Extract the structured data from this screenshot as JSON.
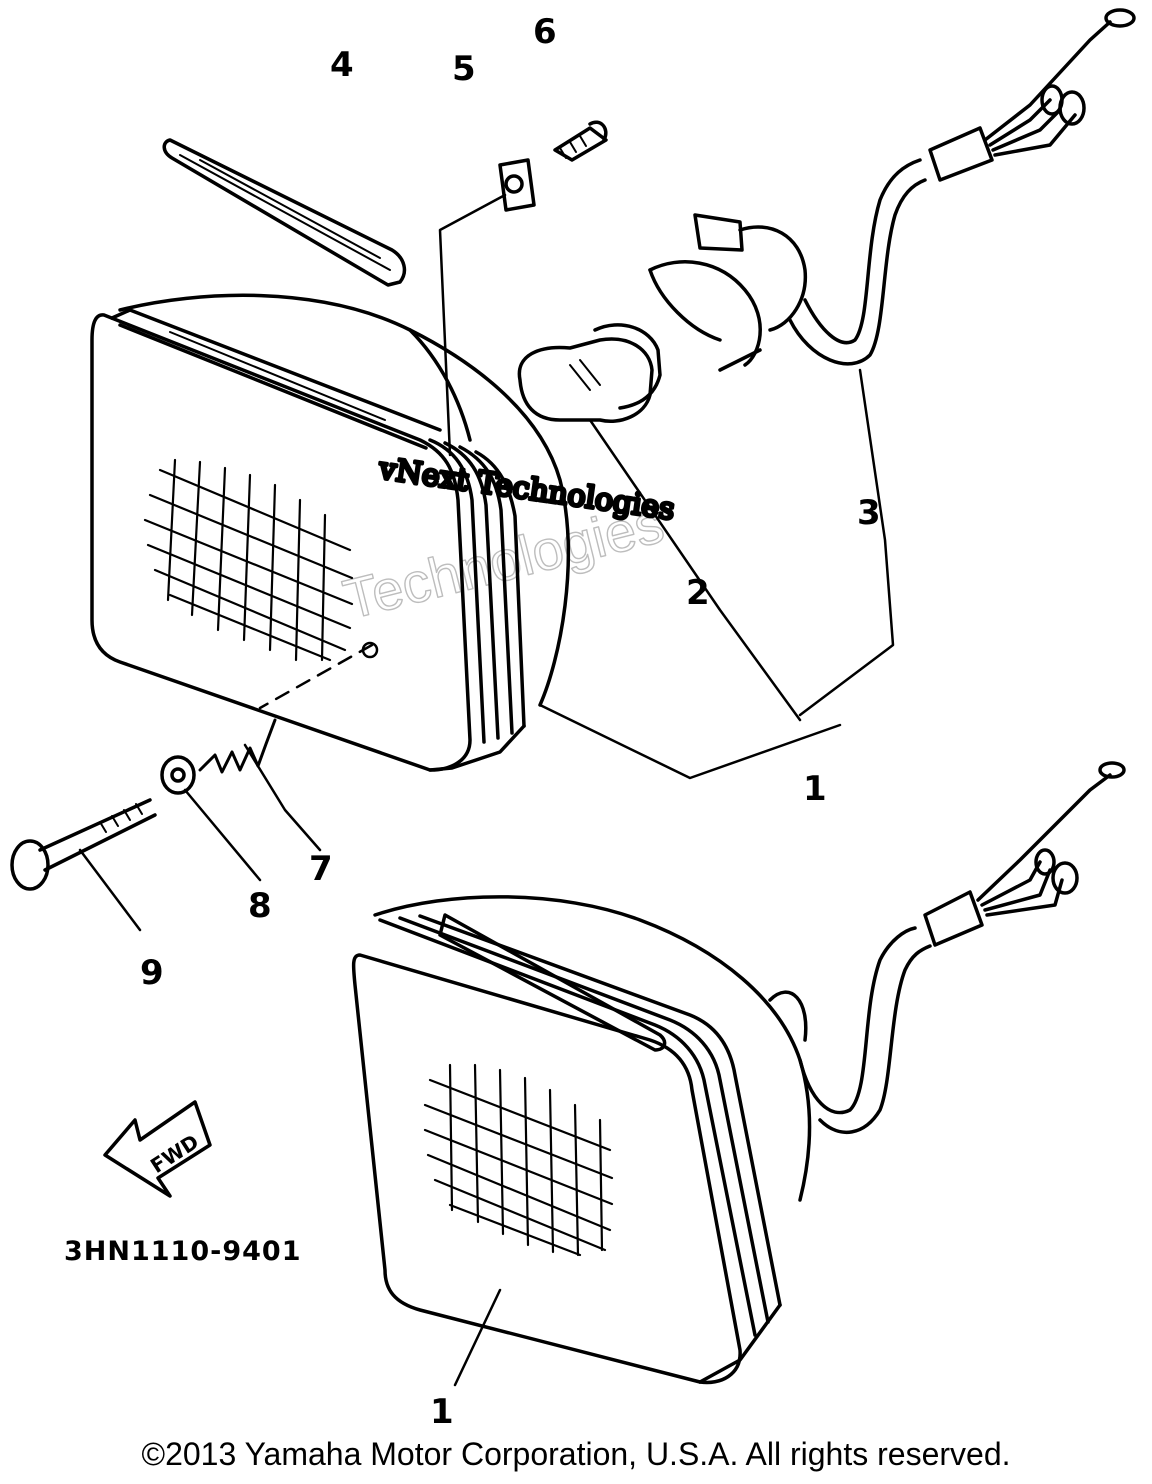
{
  "diagram": {
    "callouts": {
      "c1_upper": "1",
      "c1_lower": "1",
      "c2": "2",
      "c3": "3",
      "c4": "4",
      "c5": "5",
      "c6": "6",
      "c7": "7",
      "c8": "8",
      "c9": "9"
    },
    "fwd_label": "FWD",
    "drawing_code": "3HN1110-9401",
    "copyright": "©2013 Yamaha Motor Corporation, U.S.A. All rights reserved."
  },
  "watermark": {
    "line1": "vNext Technologies"
  }
}
